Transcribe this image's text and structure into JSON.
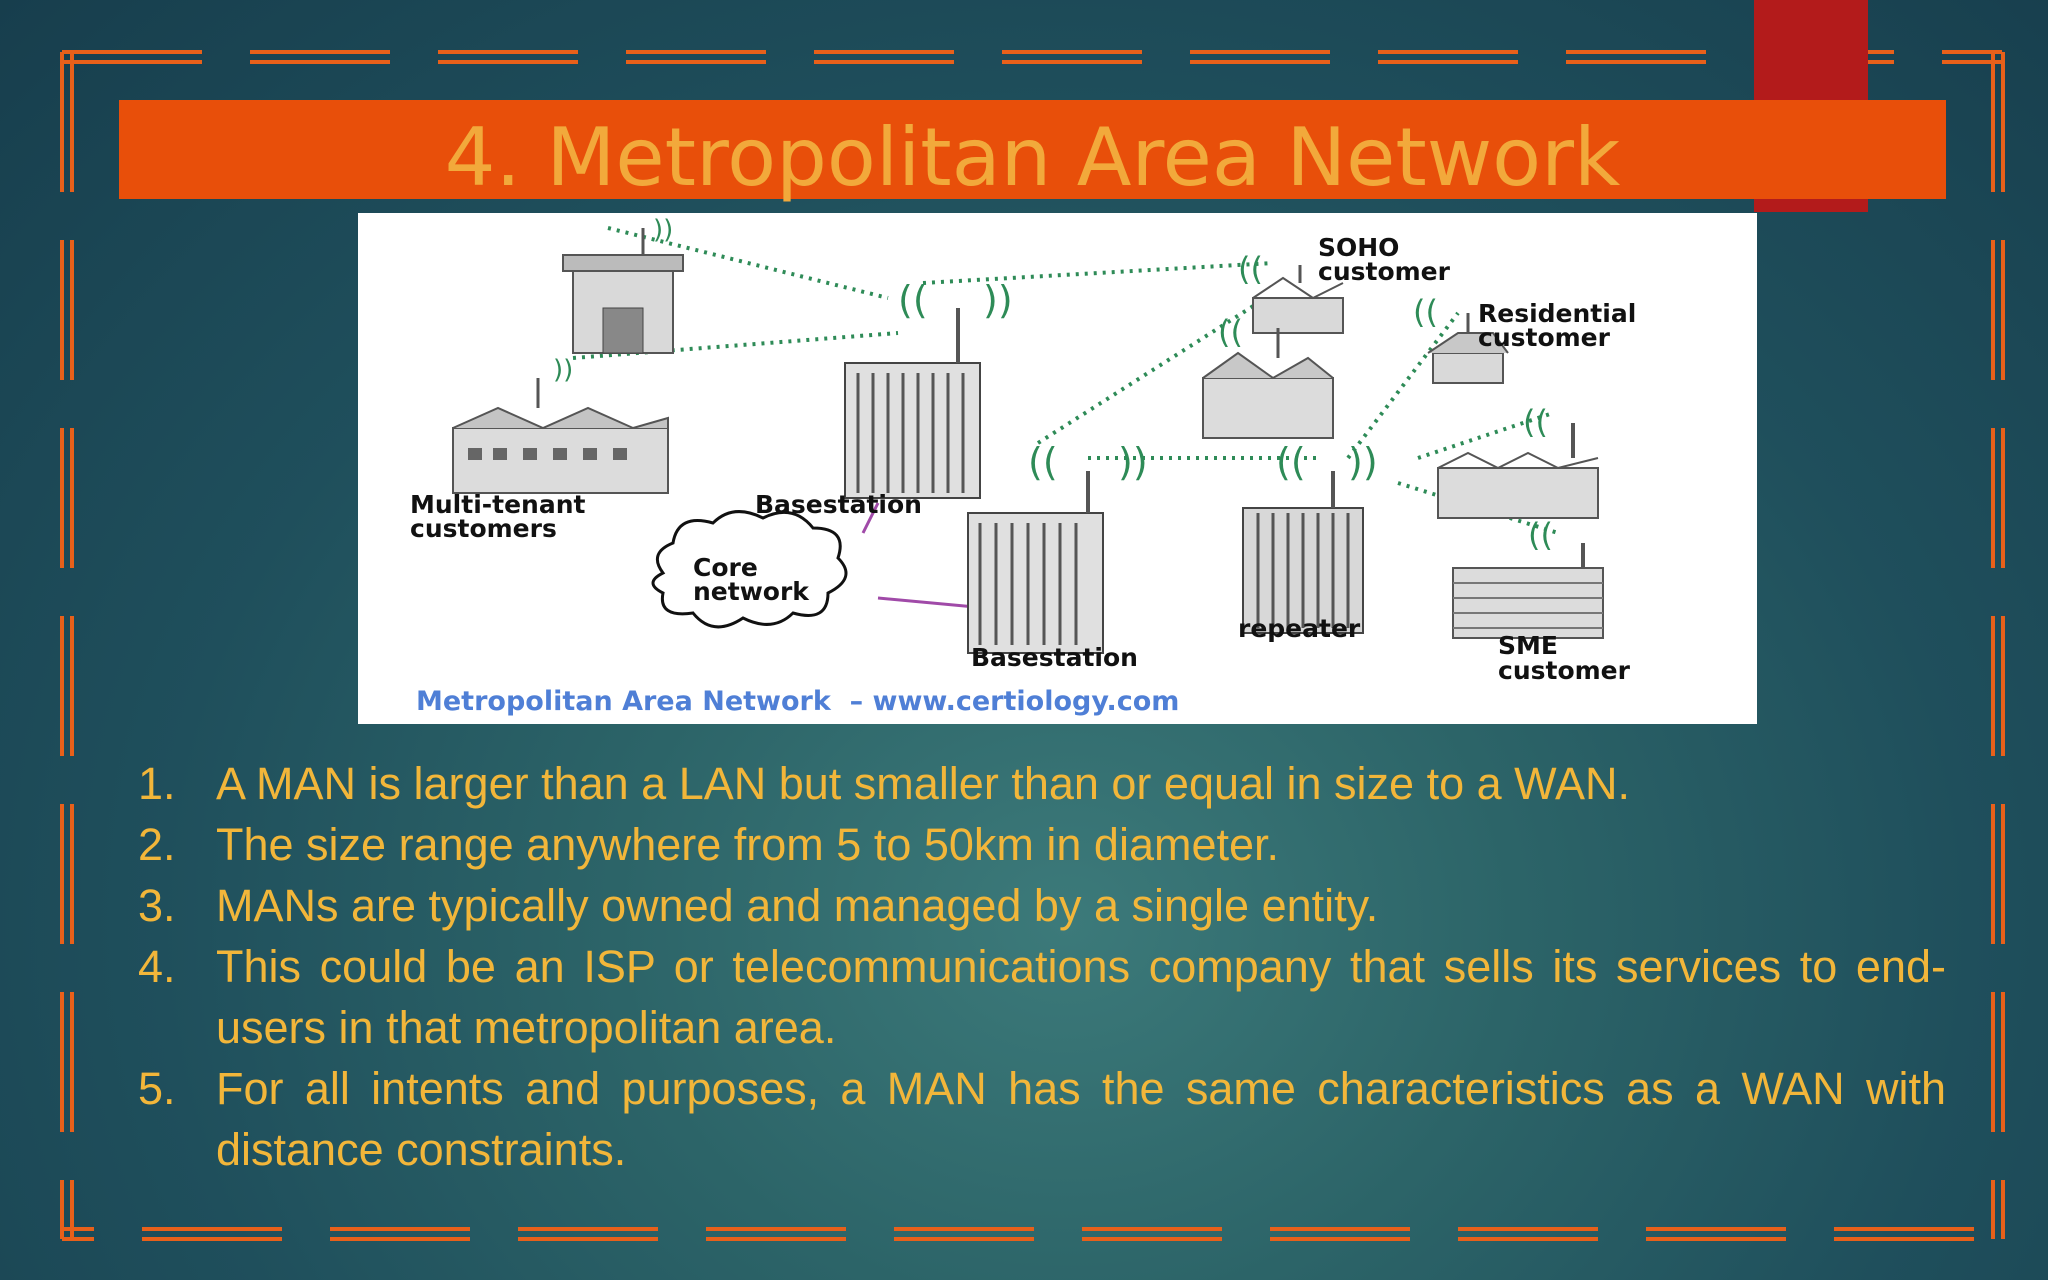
{
  "slide": {
    "title": "4. Metropolitan Area Network"
  },
  "diagram": {
    "labels": {
      "soho": [
        "SOHO",
        "customer"
      ],
      "residential": [
        "Residential",
        "customer"
      ],
      "multi_tenant": [
        "Multi-tenant",
        "customers"
      ],
      "basestation_top": "Basestation",
      "basestation_bottom": "Basestation",
      "core": [
        "Core",
        "network"
      ],
      "repeater": "repeater",
      "sme": [
        "SME",
        "customer"
      ]
    },
    "caption": "Metropolitan Area Network  – www.certiology.com"
  },
  "points": [
    {
      "num": "1.",
      "text": "A MAN is larger than a LAN but smaller than or equal in size to a WAN."
    },
    {
      "num": "2.",
      "text": "The size range anywhere from 5 to 50km in diameter."
    },
    {
      "num": "3.",
      "text": "MANs are typically owned and managed by a single entity."
    },
    {
      "num": "4.",
      "text": "This could be an ISP or telecommunications company that sells its services to end-users in that metropolitan area."
    },
    {
      "num": "5.",
      "text": "For all intents and purposes, a MAN has the same characteristics as a WAN with distance constraints."
    }
  ],
  "colors": {
    "background": "#1f4f5c",
    "title_bar": "#e84f0a",
    "accent_red": "#b31b1b",
    "text": "#f2b63a",
    "border": "#e8601a",
    "link_green": "#2e8b57",
    "caption_blue": "#4f7fd6"
  }
}
